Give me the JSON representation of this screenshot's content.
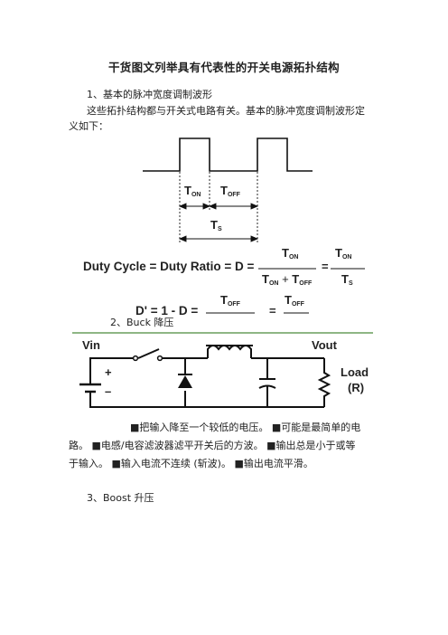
{
  "title": "干货图文列举具有代表性的开关电源拓扑结构",
  "section1": {
    "heading": "1、基本的脉冲宽度调制波形",
    "intro_line1": "这些拓扑结构都与开关式电路有关。基本的脉冲宽度调制波形定",
    "intro_line2": "义如下："
  },
  "waveform": {
    "t_on": "T",
    "t_on_sub": "ON",
    "t_off": "T",
    "t_off_sub": "OFF",
    "t_s": "T",
    "t_s_sub": "S"
  },
  "formula1": {
    "lhs": "Duty Cycle = Duty Ratio = D =",
    "num": "T",
    "num_sub": "ON",
    "den_a": "T",
    "den_a_sub": "ON",
    "plus": "+",
    "den_b": "T",
    "den_b_sub": "OFF",
    "eq": "=",
    "num2": "T",
    "num2_sub": "ON",
    "den2": "T",
    "den2_sub": "S"
  },
  "formula2": {
    "lhs": "D' = 1 - D =",
    "num": "T",
    "num_sub": "OFF",
    "eq": "=",
    "num2": "T",
    "num2_sub": "OFF"
  },
  "section2": {
    "heading": "2、Buck 降压"
  },
  "buck_circuit": {
    "vin": "Vin",
    "vout": "Vout",
    "plus": "+",
    "minus": "–",
    "load": "Load",
    "load_r": "(R)"
  },
  "buck_notes": {
    "line1": "■把输入降至一个较低的电压。   ■可能是最简单的电",
    "line2": "路。   ■电感/电容滤波器滤平开关后的方波。   ■输出总是小于或等",
    "line3": "于输入。   ■输入电流不连续 (斩波)。   ■输出电流平滑。"
  },
  "section3": {
    "heading": "3、Boost 升压"
  },
  "colors": {
    "divider": "#4a8a3a",
    "ink": "#111111"
  }
}
